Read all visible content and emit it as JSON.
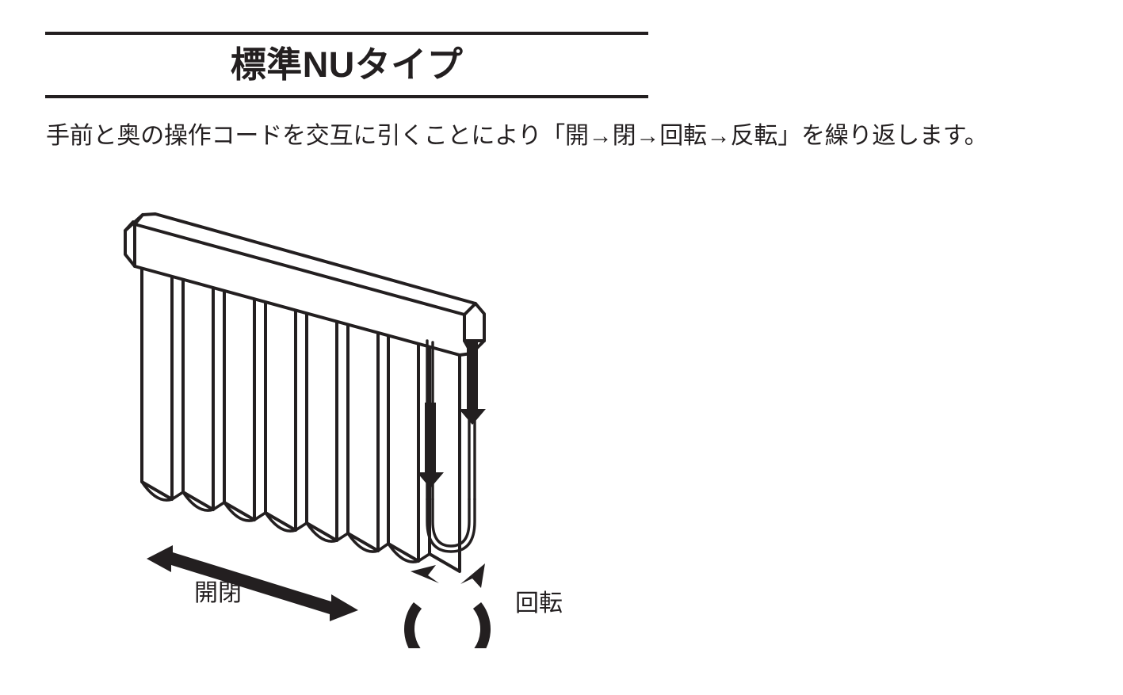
{
  "page": {
    "background_color": "#ffffff",
    "ink_color": "#231f20"
  },
  "header": {
    "title": "標準NUタイプ",
    "rule_top": "horizontal-rule",
    "rule_bottom": "horizontal-rule"
  },
  "description": {
    "text": "手前と奥の操作コードを交互に引くことにより「開→閉→回転→反転」を繰り返します。"
  },
  "diagram": {
    "name": "vertical-blind-illustration",
    "parts": {
      "headrail": "headrail",
      "slats_count": 8,
      "operating_cord_loop": "operating-cord-loop",
      "bottom_chain": "bottom-chain"
    },
    "annotations": {
      "open_close_label": "開閉",
      "rotate_label": "回転",
      "open_close_arrow": "double-headed-arrow",
      "rotate_arrow": "circular-double-headed-arrow",
      "cord_pull_arrow_front": "down-arrow",
      "cord_pull_arrow_back": "down-arrow"
    }
  }
}
